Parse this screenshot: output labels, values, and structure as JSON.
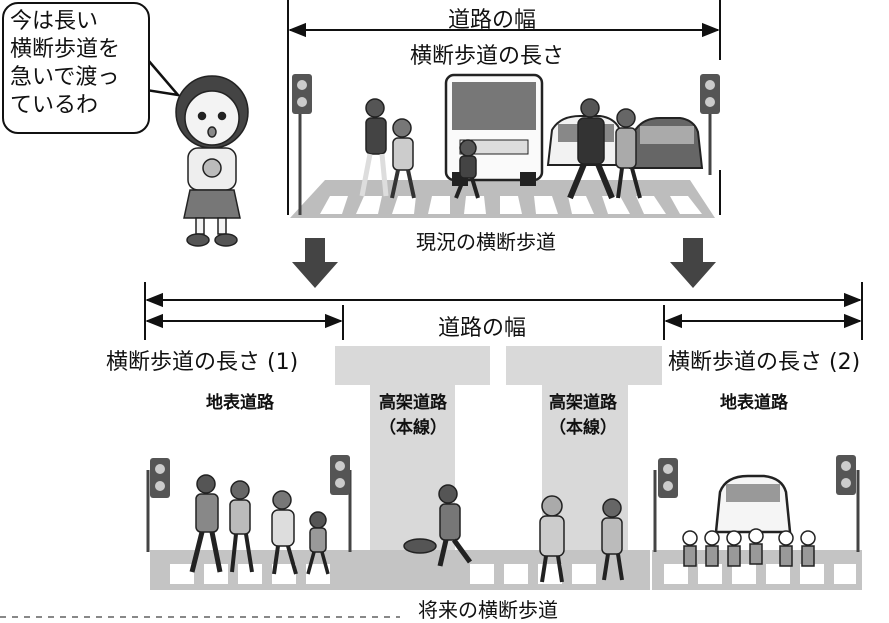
{
  "speech_bubble": {
    "lines": [
      "今は長い",
      "横断歩道を",
      "急いで渡っ",
      "ているわ"
    ]
  },
  "top_scene": {
    "road_width_label": "道路の幅",
    "crosswalk_length_label": "横断歩道の長さ",
    "caption": "現況の横断歩道"
  },
  "bottom_scene": {
    "road_width_label": "道路の幅",
    "crosswalk_length_1_label": "横断歩道の長さ (1)",
    "crosswalk_length_2_label": "横断歩道の長さ (2)",
    "surface_road_left": "地表道路",
    "surface_road_right": "地表道路",
    "elevated_left": {
      "line1": "高架道路",
      "line2": "（本線）"
    },
    "elevated_right": {
      "line1": "高架道路",
      "line2": "（本線）"
    },
    "caption": "将来の横断歩道"
  }
}
